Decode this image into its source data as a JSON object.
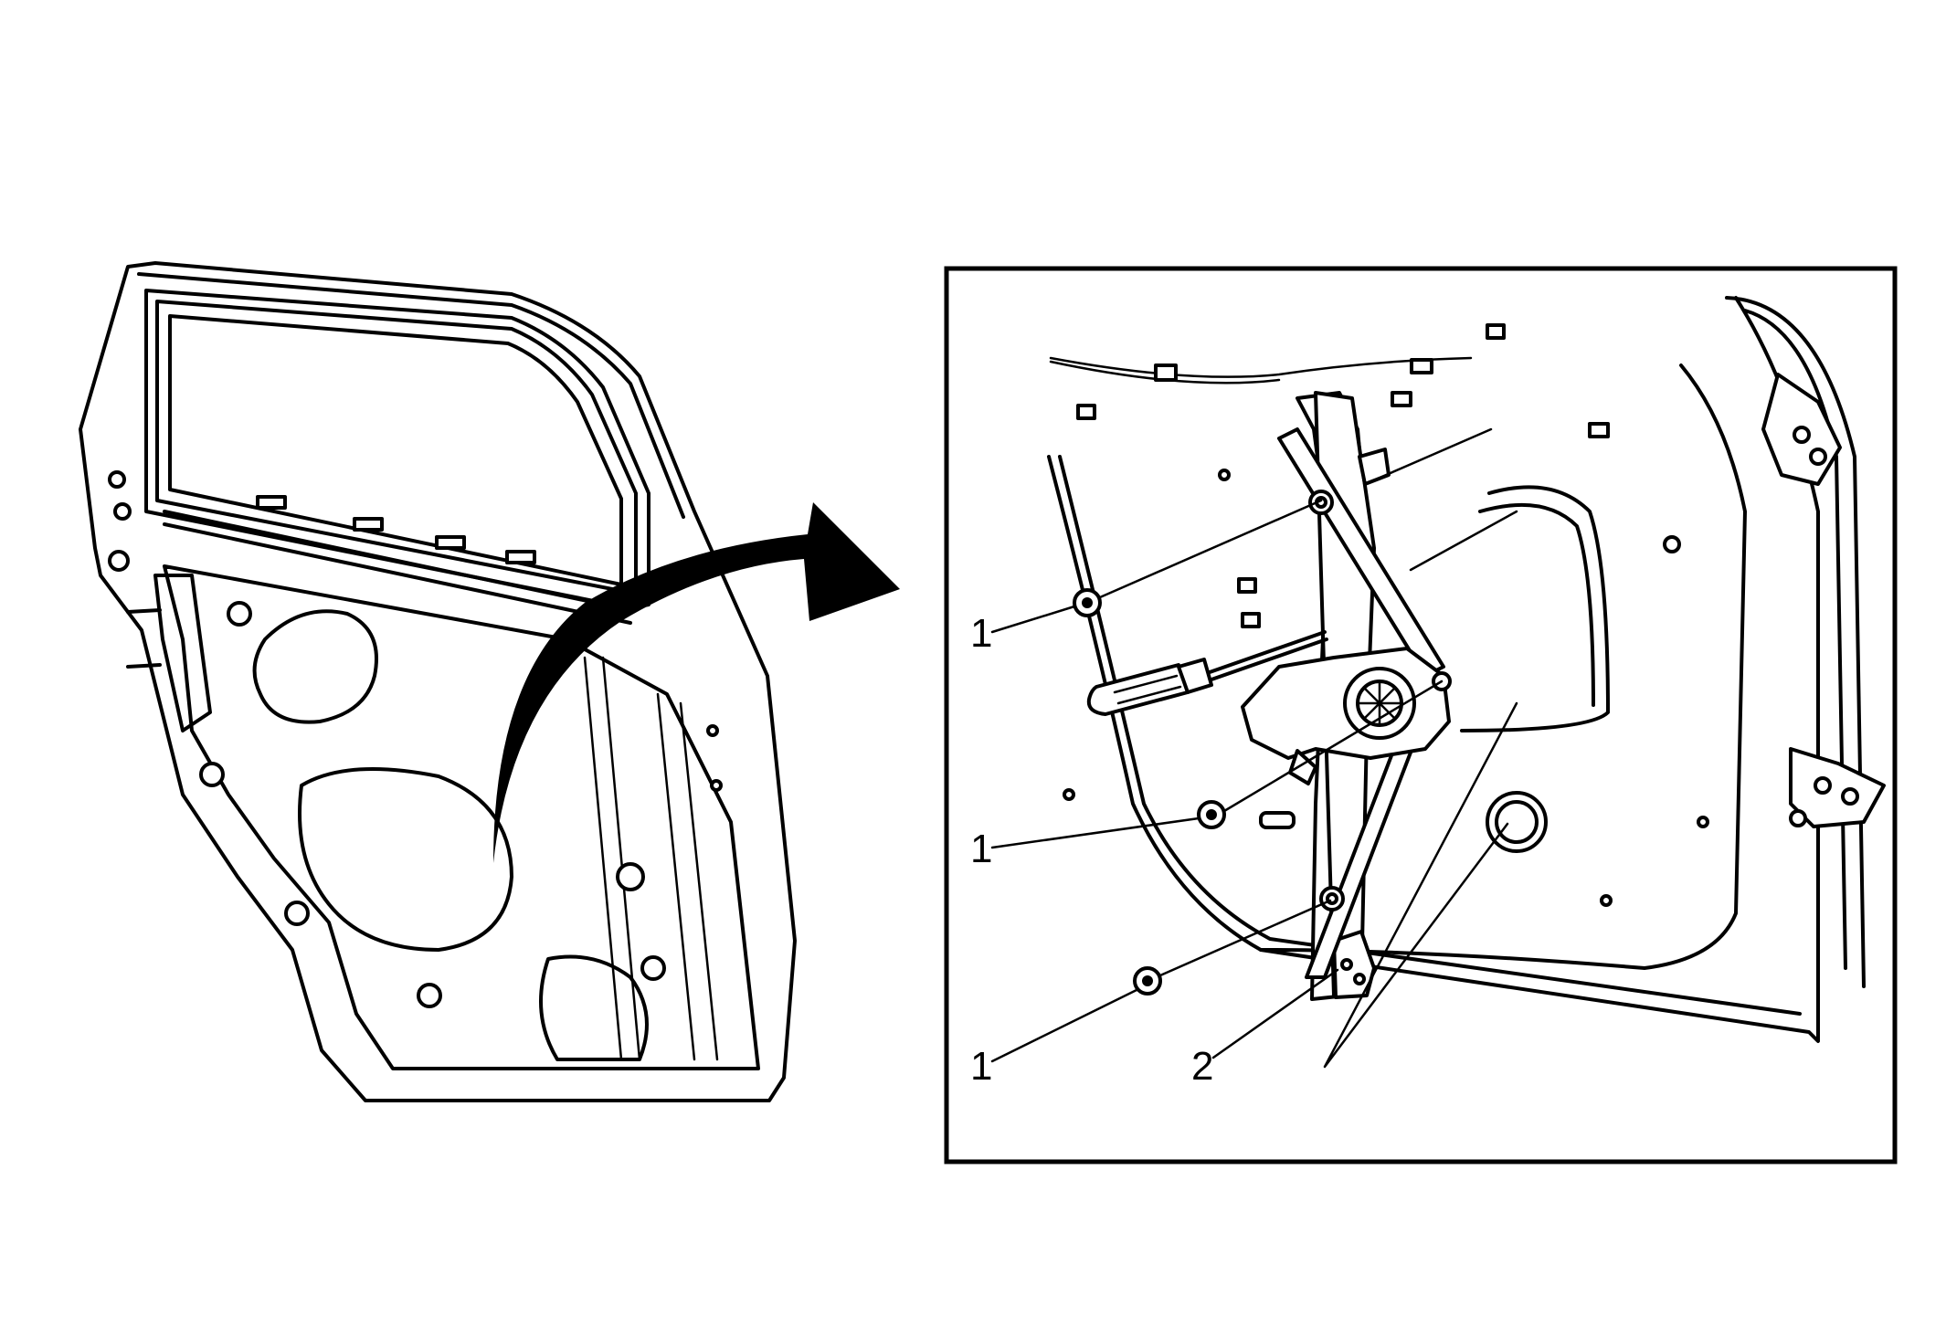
{
  "callouts": {
    "fastener_top": "1",
    "fastener_middle": "1",
    "fastener_bottom": "1",
    "regulator": "2"
  },
  "colors": {
    "line": "#000000",
    "background": "#ffffff"
  },
  "icons": {
    "arrow": "curved-arrow-icon",
    "tool": "screwdriver-icon"
  }
}
